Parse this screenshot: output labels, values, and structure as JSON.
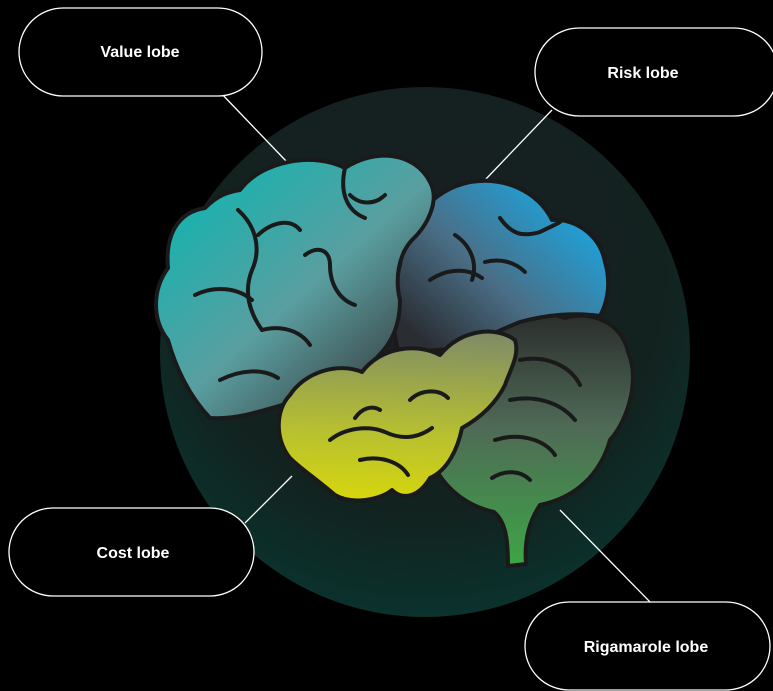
{
  "labels": {
    "value_lobe": "Value lobe",
    "risk_lobe": "Risk lobe",
    "cost_lobe": "Cost lobe",
    "rigamarole_lobe": "Rigamarole lobe"
  },
  "colors": {
    "background": "#000000",
    "value": "#12b4b0",
    "risk": "#1fa3dc",
    "cost": "#d2d214",
    "rigamarole": "#3aa842",
    "outline": "#1a1a1a",
    "label_border": "#ffffff"
  }
}
